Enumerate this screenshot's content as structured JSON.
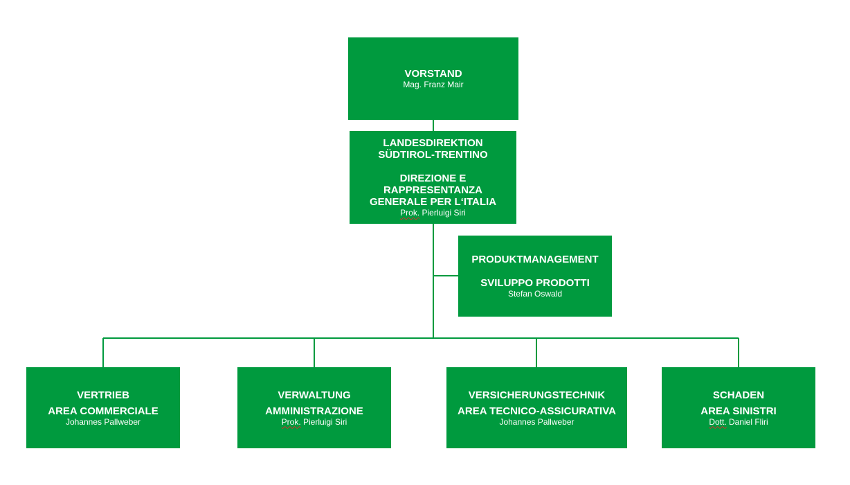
{
  "colors": {
    "box": "#009a3e",
    "line": "#009a3e",
    "text": "#ffffff",
    "background": "#ffffff"
  },
  "nodes": {
    "vorstand": {
      "title": "VORSTAND",
      "person": "Mag. Franz Mair"
    },
    "landesdirektion": {
      "title_de": "LANDESDIREKTION\nSÜDTIROL-TRENTINO",
      "title_it": "DIREZIONE E\nRAPPRESENTANZA\nGENERALE PER L‘ITALIA",
      "person_prefix": "Prok.",
      "person_name": "Pierluigi Siri"
    },
    "produktmanagement": {
      "title_de": "PRODUKTMANAGEMENT",
      "title_it": "SVILUPPO PRODOTTI",
      "person": "Stefan Oswald"
    },
    "vertrieb": {
      "title_de": "VERTRIEB",
      "title_it": "AREA COMMERCIALE",
      "person": "Johannes Pallweber"
    },
    "verwaltung": {
      "title_de": "VERWALTUNG",
      "title_it": "AMMINISTRAZIONE",
      "person_prefix": "Prok.",
      "person_name": "Pierluigi Siri"
    },
    "versicherungstechnik": {
      "title_de": "VERSICHERUNGSTECHNIK",
      "title_it": "AREA TECNICO-ASSICURATIVA",
      "person": "Johannes Pallweber"
    },
    "schaden": {
      "title_de": "SCHADEN",
      "title_it": "AREA SINISTRI",
      "person_prefix": "Dott.",
      "person_name": "Daniel Fliri"
    }
  }
}
